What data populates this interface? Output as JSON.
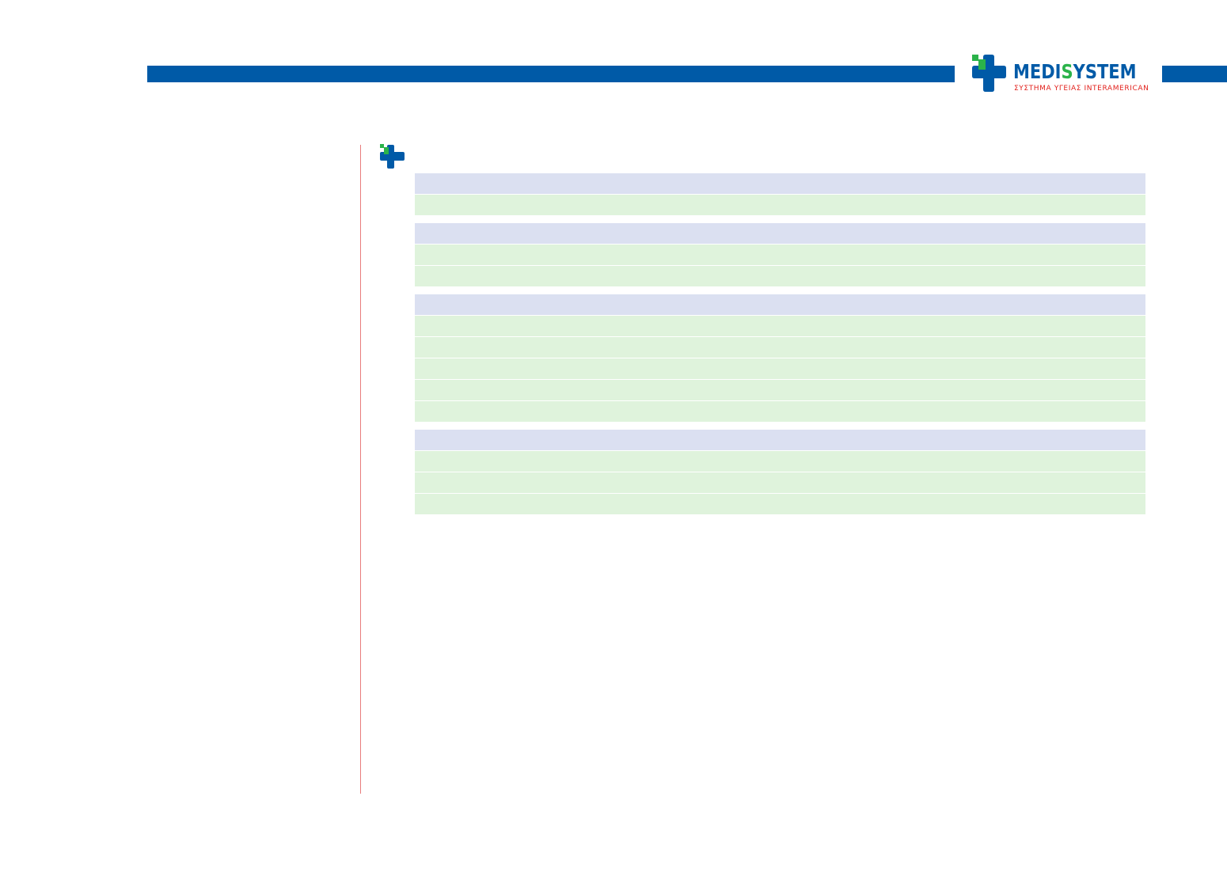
{
  "branding": {
    "name_part1": "MEDI",
    "name_part2": "S",
    "name_part3": "YSTEM",
    "tagline": "ΣΥΣΤΗΜΑ ΥΓΕΙΑΣ INTERAMERICAN",
    "colors": {
      "blue": "#005aa7",
      "green": "#2bb34a",
      "red": "#e2211c"
    }
  },
  "table": {
    "colors": {
      "header_row": "#dbe0f1",
      "data_row": "#dff3dc",
      "divider": "#e87c7c"
    },
    "groups": [
      {
        "header": "",
        "rows": [
          ""
        ]
      },
      {
        "header": "",
        "rows": [
          "",
          ""
        ]
      },
      {
        "header": "",
        "rows": [
          "",
          "",
          "",
          "",
          ""
        ]
      },
      {
        "header": "",
        "rows": [
          "",
          "",
          ""
        ]
      }
    ]
  }
}
